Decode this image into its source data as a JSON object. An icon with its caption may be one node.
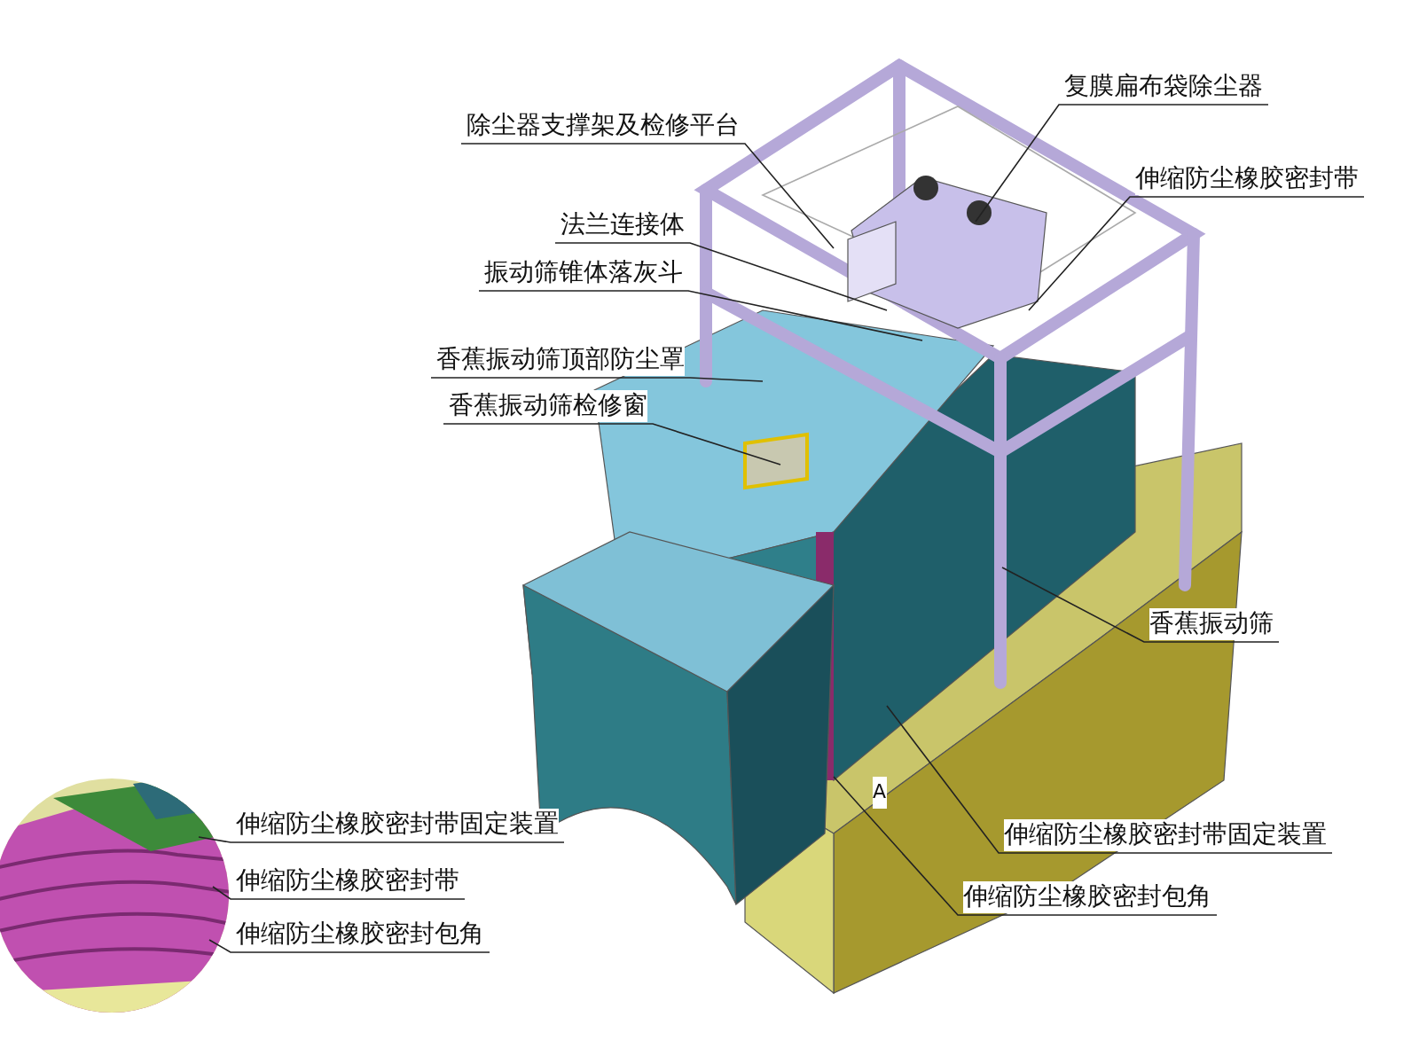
{
  "diagram": {
    "nodes": [
      {
        "text": [
          "复膜扁布袋除尘器"
        ]
      },
      {
        "text": [
          "除尘器支撑架及检修平台"
        ]
      },
      {
        "text": [
          "伸缩防尘橡胶密封带"
        ]
      },
      {
        "text": [
          "法兰连接体"
        ]
      },
      {
        "text": [
          "振动筛锥体落灰斗"
        ]
      },
      {
        "text": [
          "香蕉振动筛顶部防尘罩"
        ]
      },
      {
        "text": [
          "香蕉振动筛检修窗"
        ]
      },
      {
        "text": [
          "香蕉振动筛"
        ]
      },
      {
        "text": [
          "伸缩防尘橡胶密封带固定装置"
        ]
      },
      {
        "text": [
          "伸缩防尘橡胶密封包角"
        ]
      },
      {
        "text": [
          "伸缩防尘橡胶密封带固定装置"
        ]
      },
      {
        "text": [
          "伸缩防尘橡胶密封带"
        ]
      },
      {
        "text": [
          "伸缩防尘橡胶密封包角"
        ]
      },
      {
        "text": [],
        "shape": "picture"
      }
    ],
    "edges": [
      {
        "from": 0,
        "to": null,
        "arrow": "none"
      },
      {
        "from": 1,
        "to": null,
        "arrow": "none"
      },
      {
        "from": 2,
        "to": null,
        "arrow": "none"
      },
      {
        "from": 3,
        "to": null,
        "arrow": "none"
      },
      {
        "from": 4,
        "to": null,
        "arrow": "none"
      },
      {
        "from": 5,
        "to": null,
        "arrow": "none"
      },
      {
        "from": 6,
        "to": null,
        "arrow": "none"
      },
      {
        "from": 7,
        "to": null,
        "arrow": "none"
      },
      {
        "from": 8,
        "to": null,
        "arrow": "none"
      },
      {
        "from": 9,
        "to": null,
        "arrow": "none"
      },
      {
        "from": 10,
        "to": 13,
        "arrow": "none"
      },
      {
        "from": 11,
        "to": 13,
        "arrow": "none"
      },
      {
        "from": 12,
        "to": 13,
        "arrow": "none"
      }
    ],
    "labels": [
      "A"
    ]
  }
}
